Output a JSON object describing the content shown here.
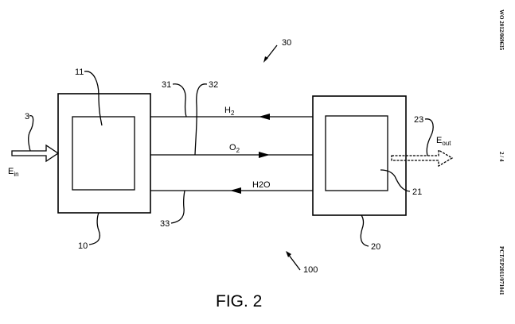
{
  "side_text": {
    "top": "WO 2012/069635",
    "middle": "2 / 4",
    "bottom": "PCT/EP2011/071041"
  },
  "figure_caption": "FIG. 2",
  "labels": {
    "input_energy_main": "E",
    "input_energy_sub": "in",
    "output_energy_main": "E",
    "output_energy_sub": "out",
    "line_h2_main": "H",
    "line_h2_sub": "2",
    "line_o2_main": "O",
    "line_o2_sub": "2",
    "line_h2o": "H2O"
  },
  "refs": {
    "r3": "3",
    "r10": "10",
    "r11": "11",
    "r20": "20",
    "r21": "21",
    "r23": "23",
    "r30": "30",
    "r31": "31",
    "r32": "32",
    "r33": "33",
    "r100": "100"
  }
}
